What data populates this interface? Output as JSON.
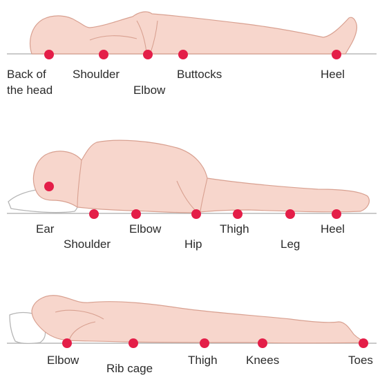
{
  "colors": {
    "background": "#ffffff",
    "body_fill": "#f7d6cc",
    "body_outline": "#d8a090",
    "pressure_point": "#e41e48",
    "surface_line": "#b9b9b9",
    "pillow": "#ffffff",
    "label_text": "#2b2b2b"
  },
  "positions": [
    {
      "id": "supine",
      "labels": {
        "back_of_head": [
          "Back of",
          "the head"
        ],
        "shoulder": "Shoulder",
        "elbow": "Elbow",
        "buttocks": "Buttocks",
        "heel": "Heel"
      }
    },
    {
      "id": "side-lying",
      "labels": {
        "ear": "Ear",
        "shoulder": "Shoulder",
        "elbow": "Elbow",
        "hip": "Hip",
        "thigh": "Thigh",
        "leg": "Leg",
        "heel": "Heel"
      }
    },
    {
      "id": "prone",
      "labels": {
        "elbow": "Elbow",
        "rib_cage": "Rib cage",
        "thigh": "Thigh",
        "knees": "Knees",
        "toes": "Toes"
      }
    }
  ]
}
